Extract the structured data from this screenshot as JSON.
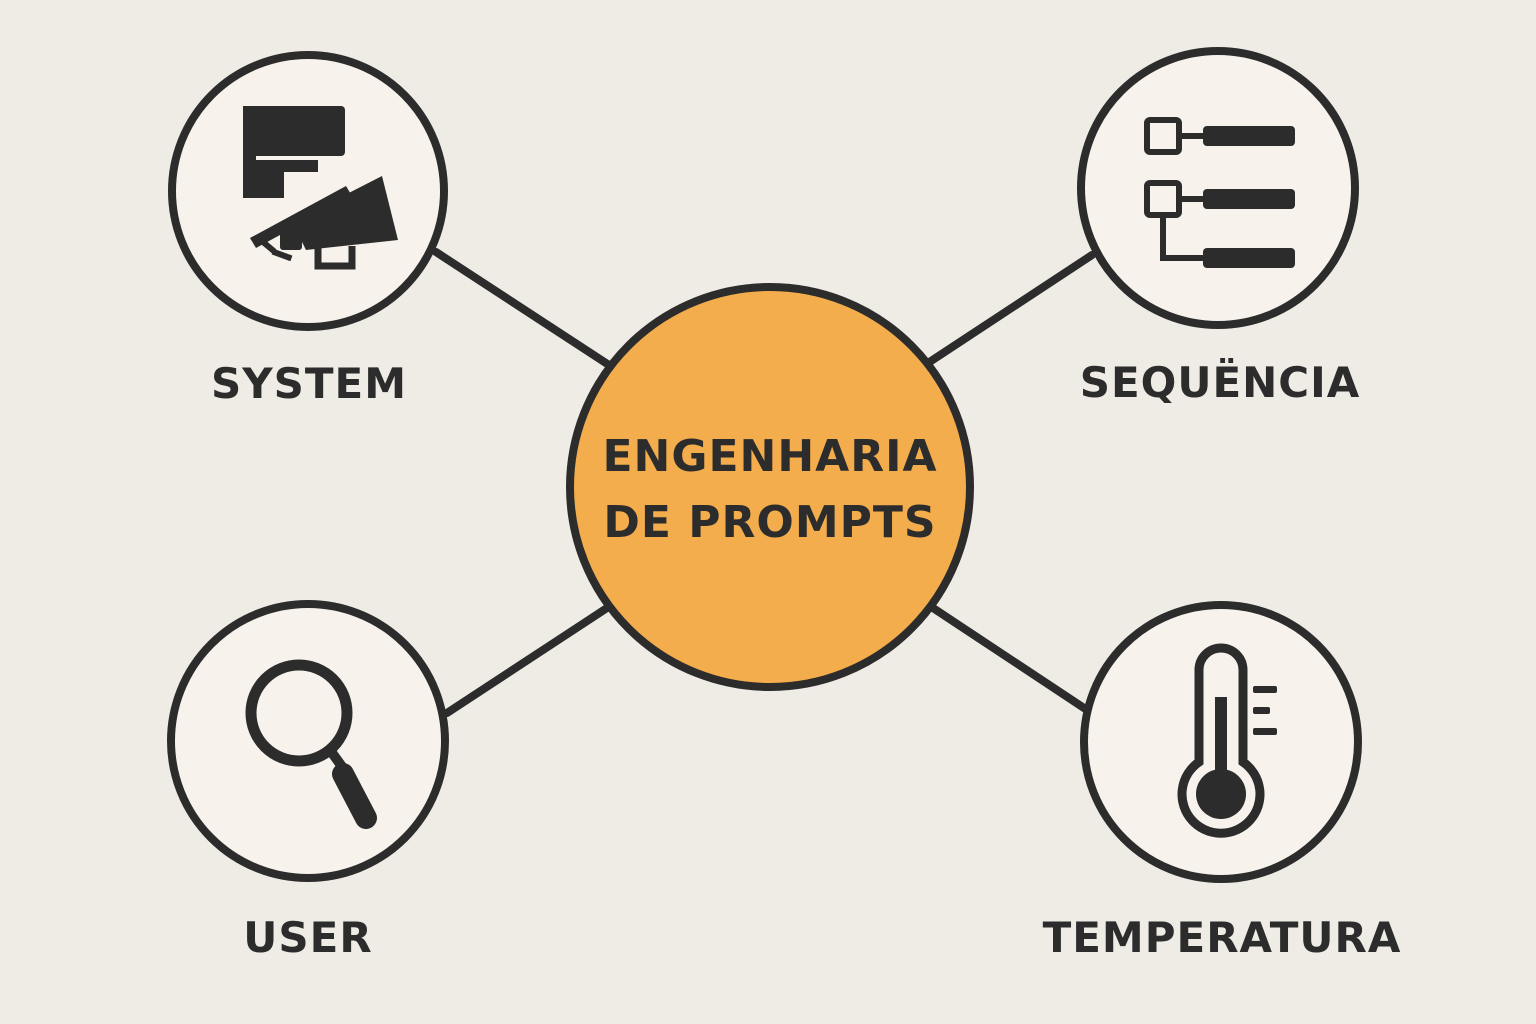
{
  "center": {
    "line1": "ENGENHARIA",
    "line2": "DE PROMPTS",
    "fill_color": "#f4ad4c"
  },
  "nodes": [
    {
      "id": "system",
      "label": "SYSTEM",
      "icon": "director-chair-megaphone-icon"
    },
    {
      "id": "sequencia",
      "label": "SEQUËNCIA",
      "icon": "flowchart-list-icon"
    },
    {
      "id": "user",
      "label": "USER",
      "icon": "magnifying-glass-icon"
    },
    {
      "id": "temperatura",
      "label": "TEMPERATURA",
      "icon": "thermometer-icon"
    }
  ],
  "colors": {
    "background": "#efebe5",
    "node_fill": "#f7f3ec",
    "stroke": "#2c2c2c"
  }
}
